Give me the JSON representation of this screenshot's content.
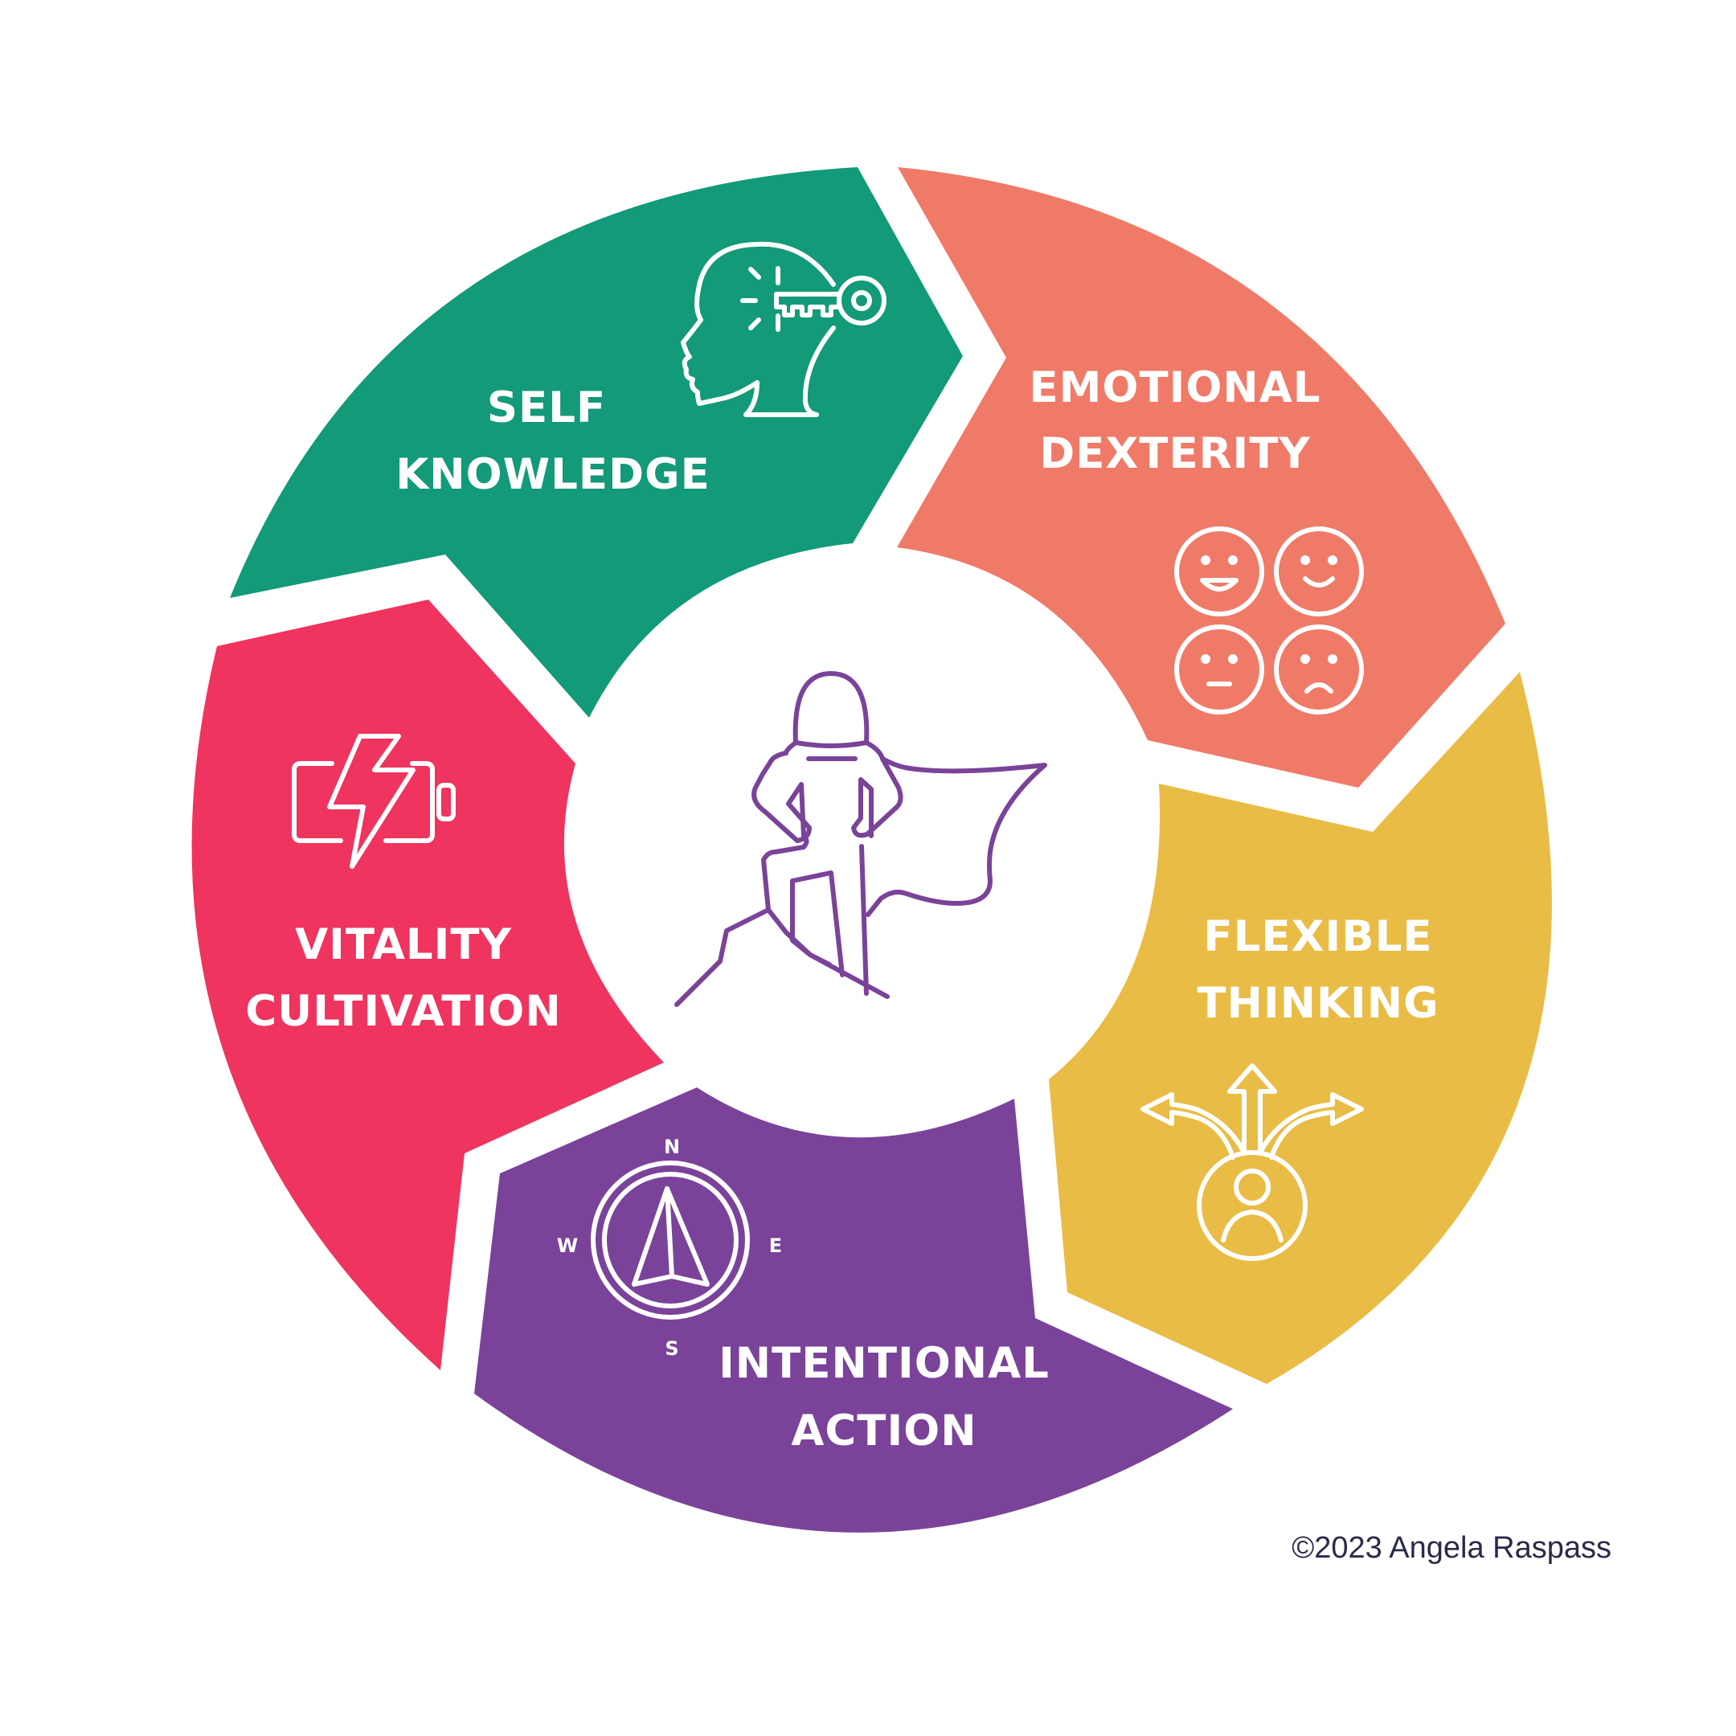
{
  "colors": {
    "self_knowledge": "#139a78",
    "emotional_dexterity": "#f07a68",
    "flexible_thinking": "#e9bc45",
    "intentional_action": "#7a4399",
    "vitality_cultivation": "#ee345f",
    "icon_stroke": "#ffffff",
    "hero_stroke": "#7a4399",
    "copyright_text": "#2a2a4a"
  },
  "segments": {
    "self_knowledge": {
      "line1": "SELF",
      "line2": "KNOWLEDGE",
      "icon": "head-key-icon"
    },
    "emotional_dexterity": {
      "line1": "EMOTIONAL",
      "line2": "DEXTERITY",
      "icon": "emotion-faces-icon"
    },
    "flexible_thinking": {
      "line1": "FLEXIBLE",
      "line2": "THINKING",
      "icon": "branching-arrows-person-icon"
    },
    "intentional_action": {
      "line1": "INTENTIONAL",
      "line2": "ACTION",
      "icon": "compass-icon"
    },
    "vitality_cultivation": {
      "line1": "VITALITY",
      "line2": "CULTIVATION",
      "icon": "battery-charging-icon"
    }
  },
  "compass": {
    "n": "N",
    "e": "E",
    "s": "S",
    "w": "W"
  },
  "center": {
    "icon": "caped-hero-icon"
  },
  "copyright": "©2023 Angela Raspass"
}
